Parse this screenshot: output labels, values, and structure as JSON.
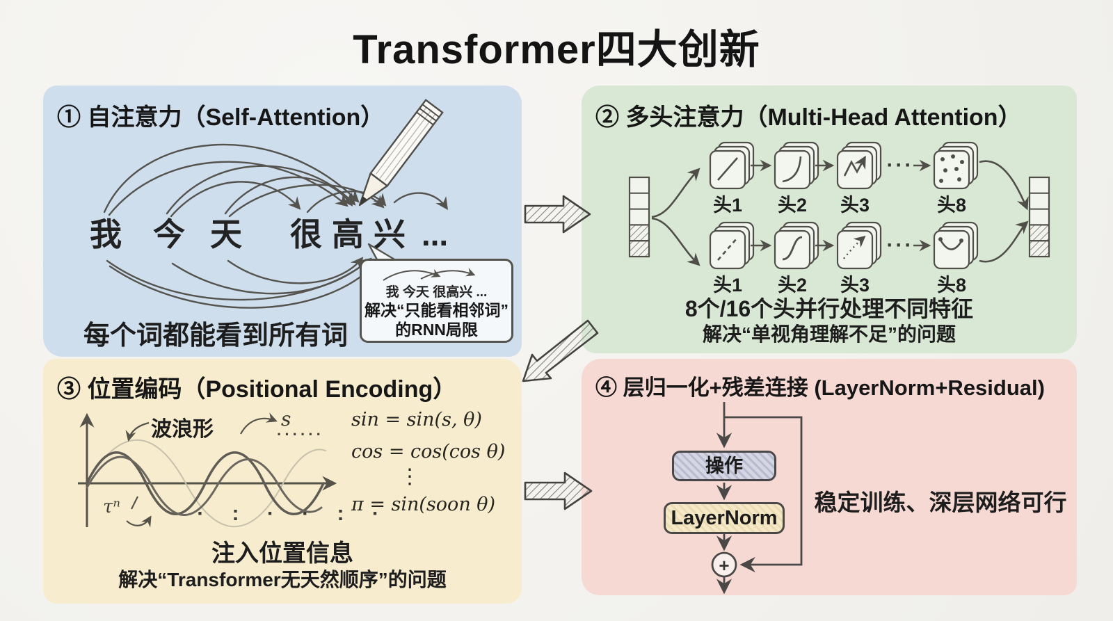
{
  "title": "Transformer四大创新",
  "colors": {
    "panel_blue": "#cfdeed",
    "panel_green": "#d9e8d4",
    "panel_yellow": "#f7ecce",
    "panel_red": "#f7d9d4",
    "ink": "#1c1c1c",
    "sketch": "#55534e",
    "op_box": "#d4d6e4",
    "ln_box": "#f5e8c6",
    "bubble_bg": "#f4f8fb"
  },
  "self_attention": {
    "heading": "① 自注意力（Self-Attention）",
    "words": [
      "我",
      "今",
      "天",
      "很",
      "高",
      "兴",
      "..."
    ],
    "caption": "每个词都能看到所有词",
    "bubble_line1": "我 今天 很高兴 ...",
    "bubble_line2": "解决“只能看相邻词”",
    "bubble_line3": "的RNN局限"
  },
  "multi_head": {
    "heading": "② 多头注意力（Multi-Head Attention）",
    "row1_labels": [
      "头1",
      "头2",
      "头3",
      "头8"
    ],
    "row2_labels": [
      "头1",
      "头2",
      "头3",
      "头8"
    ],
    "ellipsis": "···",
    "caption1": "8个/16个头并行处理不同特征",
    "caption2": "解决“单视角理解不足”的问题"
  },
  "positional": {
    "heading": "③ 位置编码（Positional Encoding）",
    "wave_label": "波浪形",
    "s_label": "s",
    "top_dots": "······",
    "tau_label": "τⁿ",
    "bottom_dots": "· : · · : ·",
    "formula1": "sin = sin(s, θ)",
    "formula2": "cos = cos(cos θ)",
    "formula_vdots": "⋮",
    "formula3": "π = sin(soon θ)",
    "caption1": "注入位置信息",
    "caption2": "解决“Transformer无天然顺序”的问题"
  },
  "layernorm": {
    "heading": "④ 层归一化+残差连接 (LayerNorm+Residual)",
    "op_label": "操作",
    "ln_label": "LayerNorm",
    "plus_label": "+",
    "caption": "稳定训练、深层网络可行"
  }
}
